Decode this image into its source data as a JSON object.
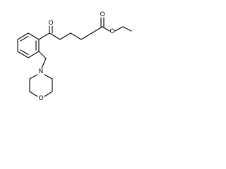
{
  "structure": {
    "atoms": {
      "carbonyl_oxygen": "O",
      "ester_carbonyl_oxygen": "O",
      "ester_oxygen": "O",
      "morpholine_nitrogen": "N",
      "morpholine_oxygen": "O"
    }
  }
}
